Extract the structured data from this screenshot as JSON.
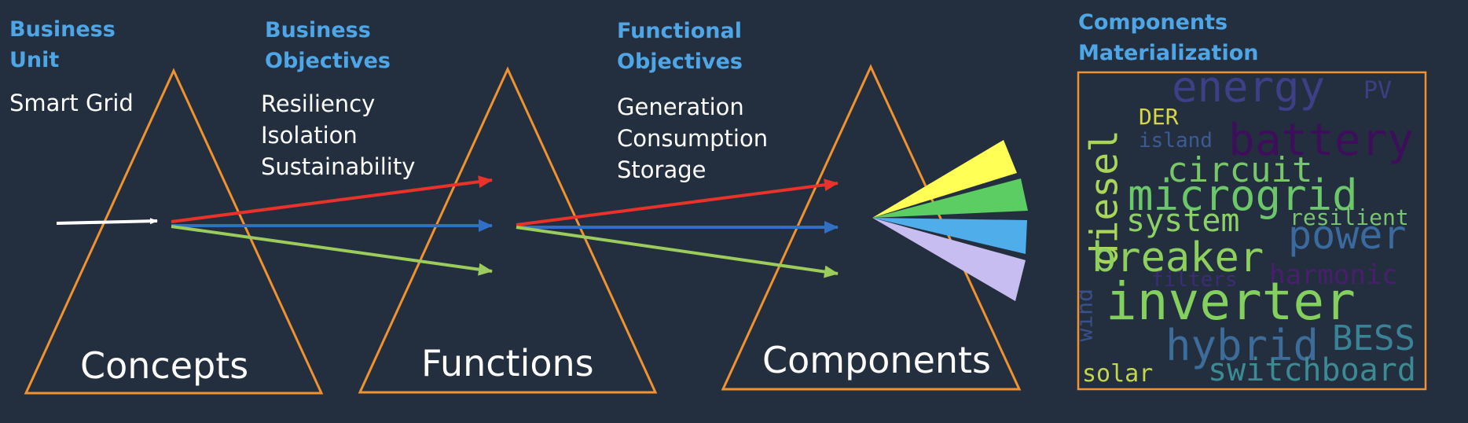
{
  "colors": {
    "background": "#232f3e",
    "heading": "#4ea6e6",
    "text": "#ffffff",
    "triangle_outline": "#f0922f",
    "arrow_red": "#e8322a",
    "arrow_blue": "#2f6fc4",
    "arrow_green": "#9ccc5c",
    "arrow_white": "#ffffff",
    "beam_yellow": "#ffff55",
    "beam_green": "#5ccd62",
    "beam_blue": "#4faeea",
    "beam_lavender": "#c8bdf0",
    "wordcloud_border": "#f0922f"
  },
  "headings": {
    "business_unit": [
      "Business",
      "Unit"
    ],
    "business_objectives": [
      "Business",
      "Objectives"
    ],
    "functional_objectives": [
      "Functional",
      "Objectives"
    ],
    "components_materialization": [
      "Components",
      "Materialization"
    ]
  },
  "lists": {
    "business_unit_items": [
      "Smart Grid"
    ],
    "business_objectives_items": [
      "Resiliency",
      "Isolation",
      "Sustainability"
    ],
    "functional_objectives_items": [
      "Generation",
      "Consumption",
      "Storage"
    ]
  },
  "stages": {
    "concepts": "Concepts",
    "functions": "Functions",
    "components": "Components"
  },
  "icons": {
    "input_arrow": "arrow-right-icon",
    "prism_beams": "light-spectrum-icon"
  },
  "wordcloud": {
    "words": [
      {
        "text": "energy",
        "color": "#3e3f86"
      },
      {
        "text": "PV",
        "color": "#3b3f84"
      },
      {
        "text": "diesel",
        "color": "#a9d65a"
      },
      {
        "text": "DER",
        "color": "#d7d64a"
      },
      {
        "text": "island",
        "color": "#3c5b95"
      },
      {
        "text": "battery",
        "color": "#3d0f5a"
      },
      {
        "text": "circuit",
        "color": "#78c56a"
      },
      {
        "text": "microgrid",
        "color": "#6cc76a"
      },
      {
        "text": "system",
        "color": "#8dd066"
      },
      {
        "text": "resilient",
        "color": "#79c472"
      },
      {
        "text": "power",
        "color": "#3a6a9e"
      },
      {
        "text": "breaker",
        "color": "#8ed05e"
      },
      {
        "text": "filters",
        "color": "#3e2b78"
      },
      {
        "text": "harmonic",
        "color": "#4a1e6e"
      },
      {
        "text": "wind",
        "color": "#39508c"
      },
      {
        "text": "inverter",
        "color": "#84d05e"
      },
      {
        "text": "hybrid",
        "color": "#3c6c9a"
      },
      {
        "text": "BESS",
        "color": "#3a8296"
      },
      {
        "text": "solar",
        "color": "#c4d64e"
      },
      {
        "text": "switchboard",
        "color": "#3b8a94"
      }
    ]
  }
}
